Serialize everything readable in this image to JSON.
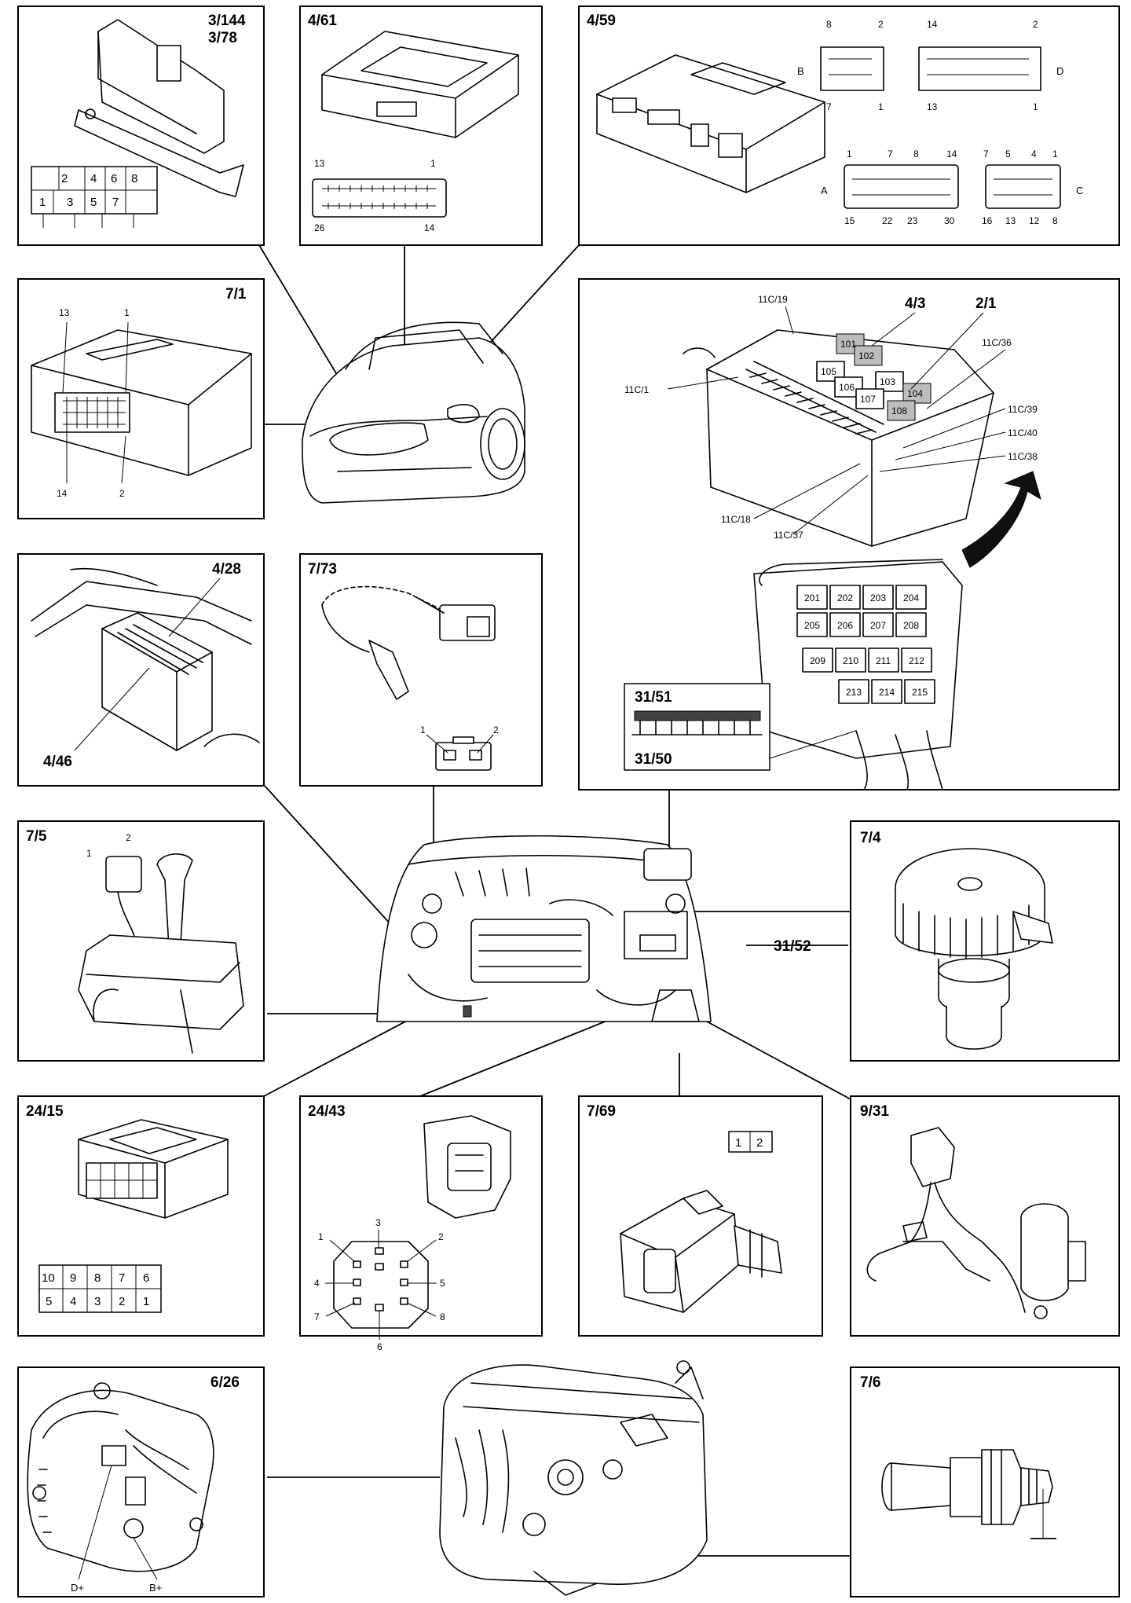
{
  "panels": {
    "p_3_144": {
      "title1": "3/144",
      "title2": "3/78",
      "cells_top": [
        "2",
        "4",
        "6",
        "8"
      ],
      "cells_bottom": [
        "1",
        "3",
        "5",
        "7"
      ]
    },
    "p_4_61": {
      "title": "4/61",
      "pins": [
        "13",
        "1",
        "26",
        "14"
      ]
    },
    "p_4_59": {
      "title": "4/59",
      "conn_b": {
        "letter": "B",
        "pins": [
          "8",
          "2",
          "7",
          "1"
        ]
      },
      "conn_d": {
        "letter": "D",
        "pins": [
          "14",
          "2",
          "13",
          "1"
        ]
      },
      "conn_a": {
        "letter": "A",
        "top": [
          "1",
          "7",
          "8",
          "14"
        ],
        "bottom": [
          "15",
          "22",
          "23",
          "30"
        ]
      },
      "conn_c": {
        "letter": "C",
        "top": [
          "7",
          "5",
          "4",
          "1"
        ],
        "bottom": [
          "16",
          "13",
          "12",
          "8"
        ]
      }
    },
    "p_7_1": {
      "title": "7/1",
      "pins": [
        "13",
        "1",
        "14",
        "2"
      ]
    },
    "p_fusebox": {
      "labels": [
        "11C/19",
        "4/3",
        "2/1",
        "11C/36",
        "11C/1",
        "11C/39",
        "11C/40",
        "11C/38",
        "11C/18",
        "11C/37"
      ],
      "fuses_top": [
        "101",
        "102",
        "103",
        "104",
        "105",
        "106",
        "107",
        "108"
      ],
      "relays": [
        "201",
        "202",
        "203",
        "204",
        "205",
        "206",
        "207",
        "208",
        "209",
        "210",
        "211",
        "212",
        "213",
        "214",
        "215"
      ],
      "strip_top": "31/51",
      "strip_bottom": "31/50"
    },
    "p_4_28": {
      "title": "4/28",
      "label2": "4/46"
    },
    "p_7_73": {
      "title": "7/73",
      "pins": [
        "1",
        "2"
      ]
    },
    "p_7_5": {
      "title": "7/5",
      "pins": [
        "1",
        "2"
      ]
    },
    "p_7_4": {
      "title": "7/4"
    },
    "center_label": "31/52",
    "p_24_15": {
      "title": "24/15",
      "cells_top": [
        "10",
        "9",
        "8",
        "7",
        "6"
      ],
      "cells_bottom": [
        "5",
        "4",
        "3",
        "2",
        "1"
      ]
    },
    "p_24_43": {
      "title": "24/43",
      "pins": [
        "3",
        "1",
        "2",
        "4",
        "5",
        "7",
        "8",
        "6"
      ]
    },
    "p_7_69": {
      "title": "7/69",
      "cells": [
        "1",
        "2"
      ]
    },
    "p_9_31": {
      "title": "9/31"
    },
    "p_6_26": {
      "title": "6/26",
      "pins": [
        "D+",
        "B+"
      ]
    },
    "p_7_6": {
      "title": "7/6"
    }
  }
}
